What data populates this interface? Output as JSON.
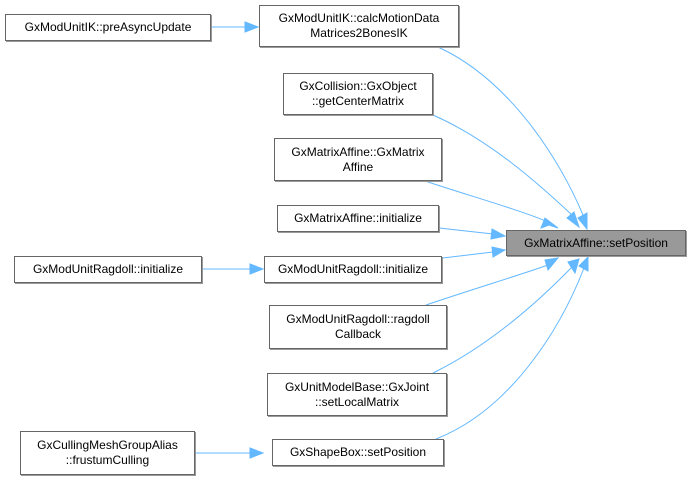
{
  "diagram": {
    "type": "doxygen-caller-graph",
    "edge_color": "#63b8ff",
    "target_fill": "#999999",
    "node_fill": "#ffffff",
    "node_border": "#666666",
    "nodes": [
      {
        "id": "n0",
        "label": "GxMatrixAffine::setPosition",
        "target": true
      },
      {
        "id": "n1",
        "label": "GxModUnitIK::calcMotionData\nMatrices2BonesIK"
      },
      {
        "id": "n2",
        "label": "GxModUnitIK::preAsyncUpdate"
      },
      {
        "id": "n3",
        "label": "GxCollision::GxObject\n::getCenterMatrix"
      },
      {
        "id": "n4",
        "label": "GxMatrixAffine::GxMatrix\nAffine"
      },
      {
        "id": "n5",
        "label": "GxMatrixAffine::initialize"
      },
      {
        "id": "n6",
        "label": "GxModUnitRagdoll::initialize"
      },
      {
        "id": "n7",
        "label": "GxModUnitRagdoll::initialize"
      },
      {
        "id": "n8",
        "label": "GxModUnitRagdoll::ragdoll\nCallback"
      },
      {
        "id": "n9",
        "label": "GxUnitModelBase::GxJoint\n::setLocalMatrix"
      },
      {
        "id": "n10",
        "label": "GxShapeBox::setPosition"
      },
      {
        "id": "n11",
        "label": "GxCullingMeshGroupAlias\n::frustumCulling"
      }
    ],
    "edges": [
      {
        "from": "n1",
        "to": "n0"
      },
      {
        "from": "n2",
        "to": "n1"
      },
      {
        "from": "n3",
        "to": "n0"
      },
      {
        "from": "n4",
        "to": "n0"
      },
      {
        "from": "n5",
        "to": "n0"
      },
      {
        "from": "n6",
        "to": "n0"
      },
      {
        "from": "n7",
        "to": "n6"
      },
      {
        "from": "n8",
        "to": "n0"
      },
      {
        "from": "n9",
        "to": "n0"
      },
      {
        "from": "n10",
        "to": "n0"
      },
      {
        "from": "n11",
        "to": "n10"
      }
    ]
  }
}
